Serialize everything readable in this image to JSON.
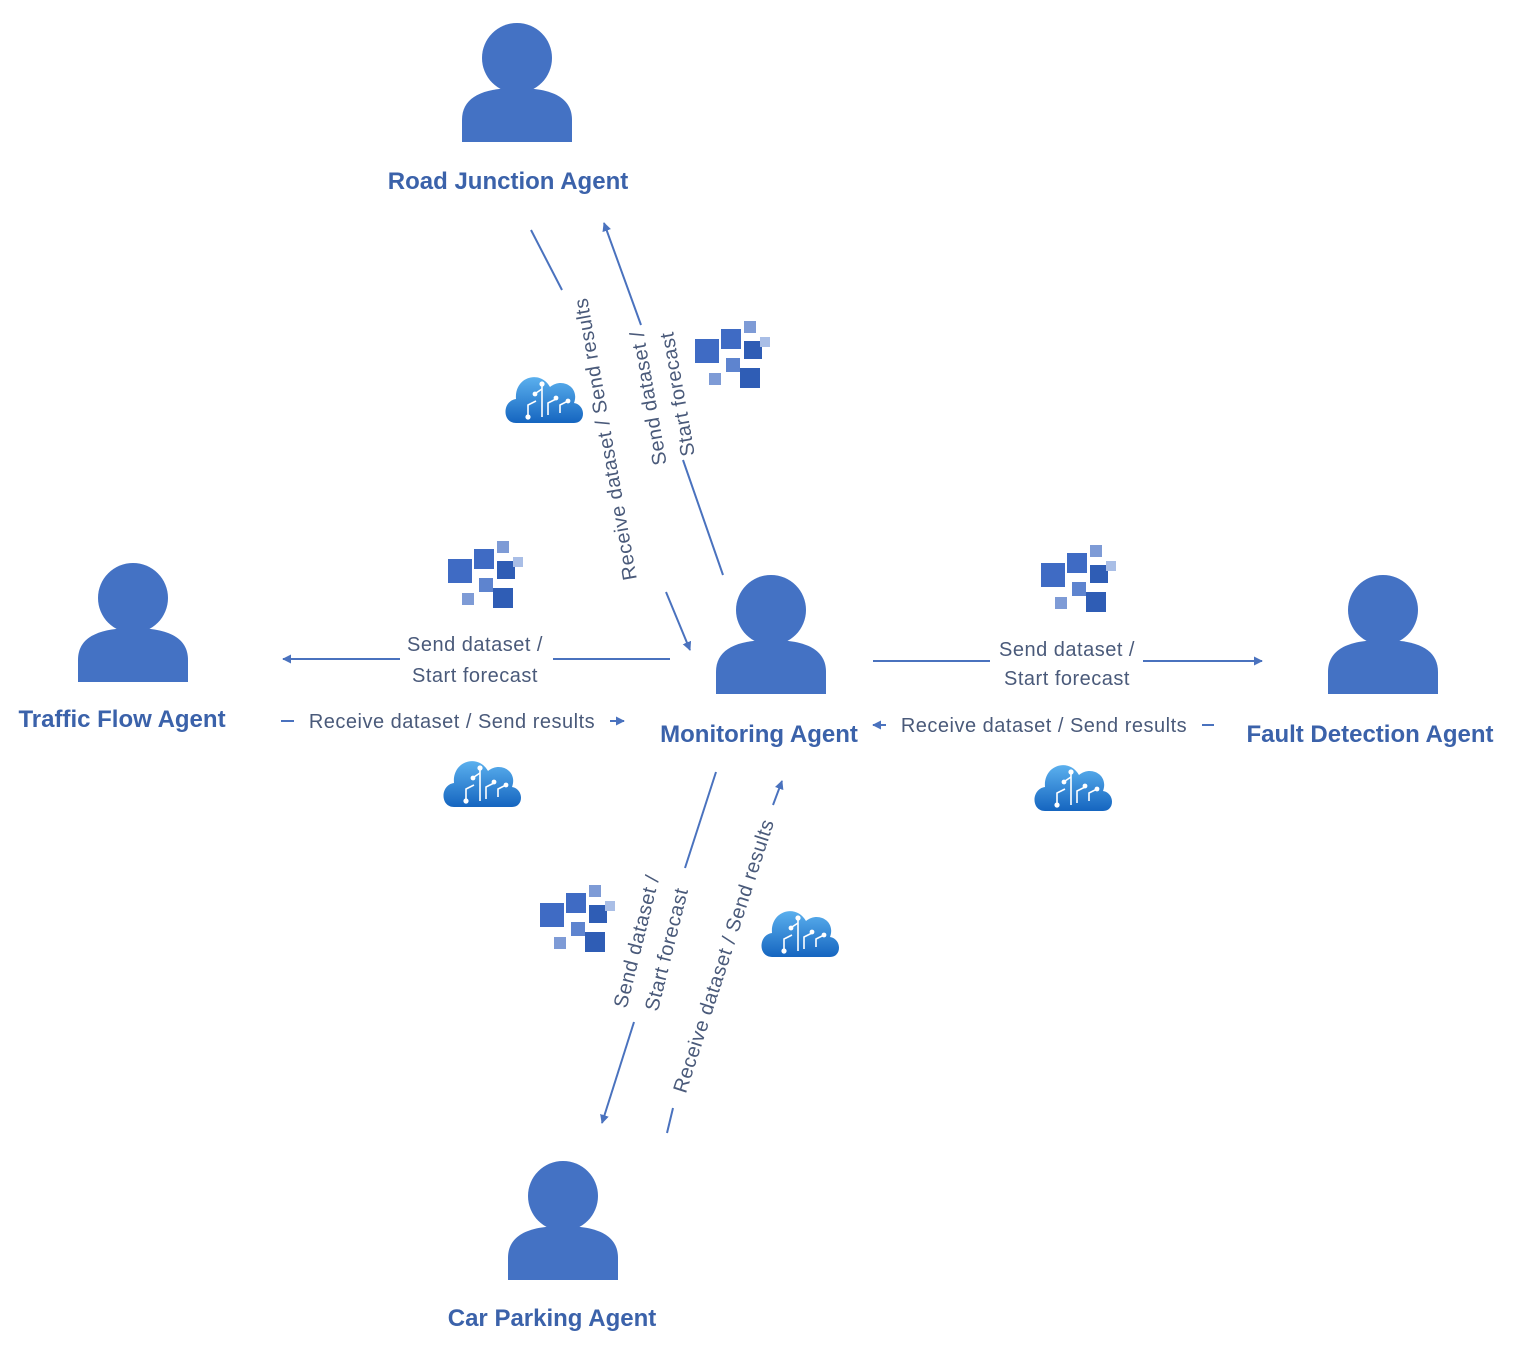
{
  "colors": {
    "agent_fill": "#4472C4",
    "agent_text": "#3B62AA",
    "edge": "#4A72BE",
    "label": "#4A5A7A",
    "cloud_top": "#5BB0EE",
    "cloud_bottom": "#1565C0"
  },
  "icons": {
    "agent": "person-icon",
    "dataset": "dataset-blocks-icon",
    "cloud": "cloud-ai-icon"
  },
  "agents": {
    "road_junction": "Road Junction Agent",
    "traffic_flow": "Traffic Flow Agent",
    "monitoring": "Monitoring Agent",
    "fault_detection": "Fault Detection Agent",
    "car_parking": "Car Parking Agent"
  },
  "edges": {
    "send_line1": "Send dataset /",
    "send_line2": "Start forecast",
    "receive": "Receive dataset / Send results"
  }
}
